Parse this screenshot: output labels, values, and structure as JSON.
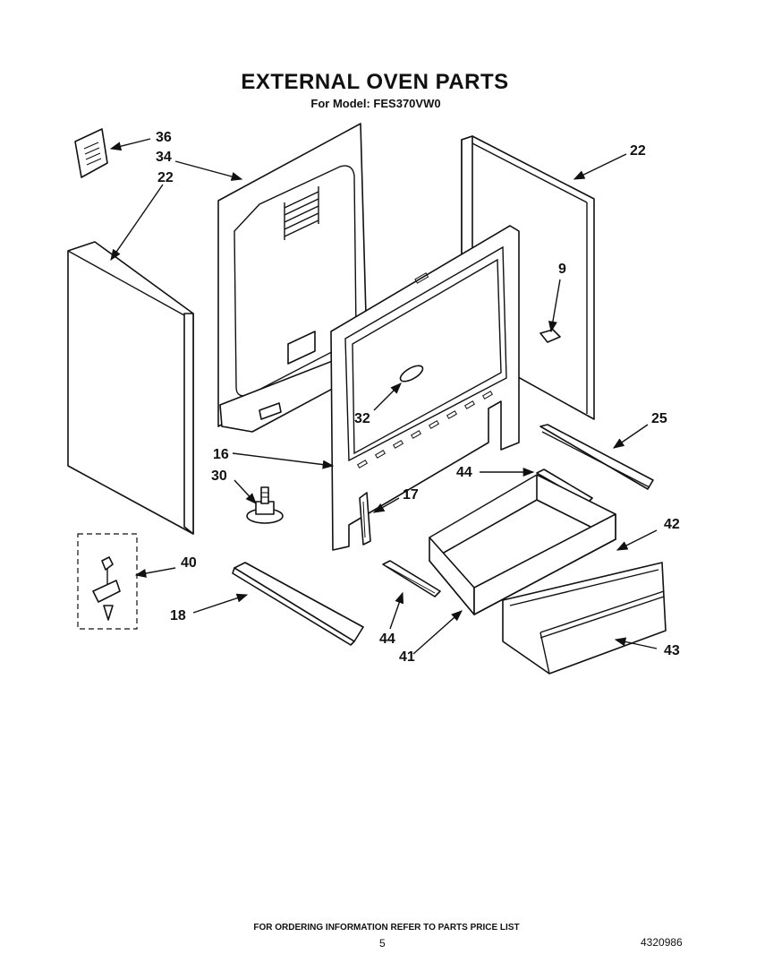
{
  "document": {
    "title": "EXTERNAL OVEN PARTS",
    "subtitle": "For Model: FES370VW0",
    "footer_note": "FOR ORDERING INFORMATION REFER TO PARTS PRICE LIST",
    "page_number": "5",
    "document_number": "4320986"
  },
  "callouts": {
    "c36": "36",
    "c34": "34",
    "c22a": "22",
    "c22b": "22",
    "c9": "9",
    "c32": "32",
    "c25": "25",
    "c16": "16",
    "c30": "30",
    "c17": "17",
    "c44a": "44",
    "c42": "42",
    "c40": "40",
    "c18": "18",
    "c44b": "44",
    "c41": "41",
    "c43": "43"
  },
  "icons": {
    "parts": [
      "label-card-icon",
      "back-panel-icon",
      "side-panel-icon",
      "front-frame-icon",
      "leveling-leg-icon",
      "drawer-box-icon",
      "drawer-front-icon",
      "screw-bracket-icon"
    ]
  }
}
